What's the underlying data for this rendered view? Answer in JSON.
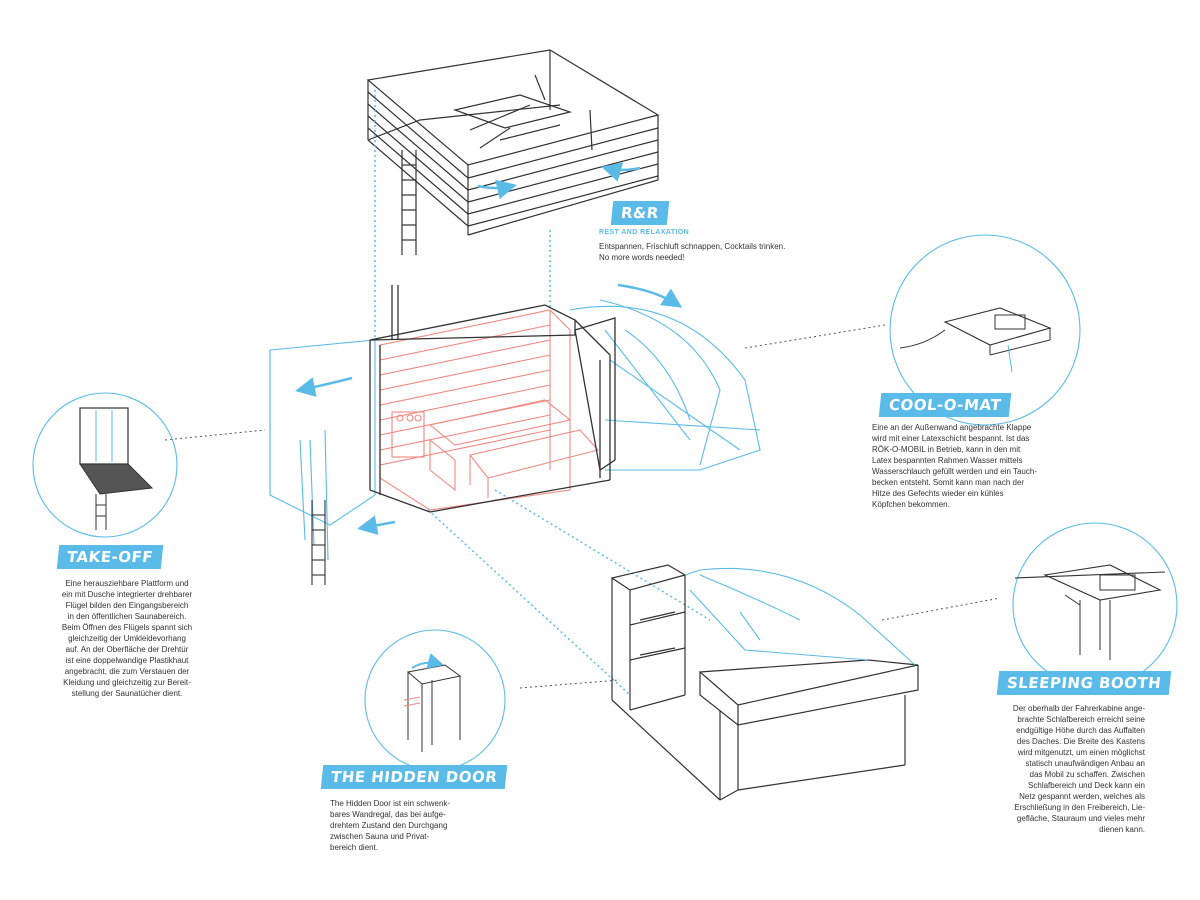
{
  "colors": {
    "accent": "#5bbbe8",
    "sauna": "#f08a80",
    "line": "#333333"
  },
  "rr": {
    "title": "R&R",
    "subtitle": "REST AND RELAXATION",
    "lines": [
      "Entspannen, Frischluft schnappen, Cocktails trinken.",
      "No more words needed!"
    ]
  },
  "cool": {
    "title": "COOL-O-MAT",
    "lines": [
      "Eine an der Außenwand angebrachte Klappe",
      "wird mit einer Latexschicht bespannt. Ist das",
      "RÖK-O-MOBIL in Betrieb, kann in den mit",
      "Latex bespannten Rahmen Wasser mittels",
      "Wasserschlauch gefüllt werden und ein Tauch-",
      "becken entsteht. Somit kann man nach der",
      "Hitze des Gefechts wieder ein kühles",
      "Köpfchen bekommen."
    ]
  },
  "takeoff": {
    "title": "TAKE-OFF",
    "lines": [
      "Eine herausziehbare Plattform und",
      "ein mit Dusche integrierter drehbarer",
      "Flügel bilden den Eingangsbereich",
      "in den öffentlichen Saunabereich.",
      "Beim Öffnen des Flügels spannt sich",
      "gleichzeitig der Umkleidevorhang",
      "auf. An der Oberfläche der Drehtür",
      "ist eine doppelwandige Plastikhaut",
      "angebracht, die zum Verstauen der",
      "Kleidung und gleichzeitig zur Bereit-",
      "stellung der Saunatücher dient."
    ]
  },
  "hidden": {
    "title": "THE HIDDEN DOOR",
    "lines": [
      "The Hidden Door ist ein schwenk-",
      "bares Wandregal, das bei aufge-",
      "drehtem Zustand den Durchgang",
      "zwischen Sauna und Privat-",
      "bereich dient."
    ]
  },
  "sleeping": {
    "title": "SLEEPING BOOTH",
    "lines": [
      "Der oberhalb der Fahrerkabine ange-",
      "brachte Schlafbereich erreicht seine",
      "endgültige Höhe durch das Auffalten",
      "des Daches. Die Breite des Kastens",
      "wird mitgenutzt, um einen möglichst",
      "statisch unaufwändigen Anbau an",
      "das Mobil zu schaffen. Zwischen",
      "Schlafbereich und Deck kann ein",
      "Netz gespannt werden, welches als",
      "Erschließung in den Freibereich, Lie-",
      "gefläche, Stauraum und vieles mehr",
      "dienen kann."
    ]
  }
}
